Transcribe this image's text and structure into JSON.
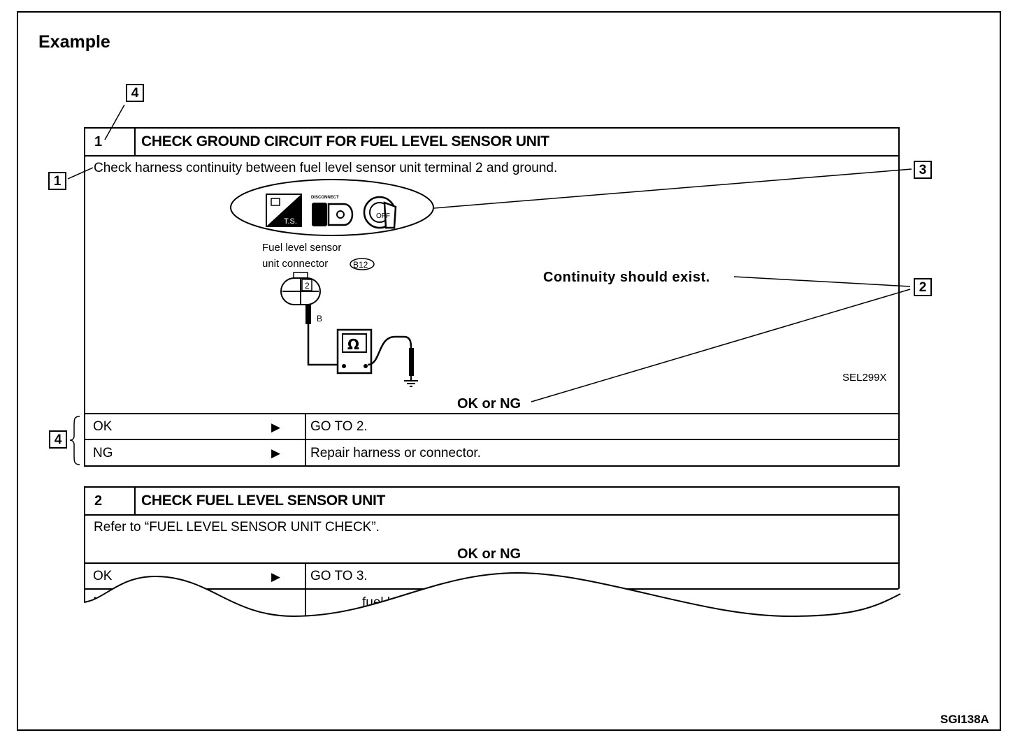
{
  "heading": "Example",
  "figure_code": "SGI138A",
  "step1": {
    "number": "1",
    "title": "CHECK GROUND CIRCUIT FOR FUEL LEVEL SENSOR UNIT",
    "instruction": "Check harness continuity between fuel level sensor unit terminal 2 and ground.",
    "icons": [
      "harness-icon",
      "disconnect-icon",
      "ignition-off-icon"
    ],
    "icon_labels": {
      "ts": "T.S.",
      "disconnect": "DISCONNECT",
      "off": "OFF"
    },
    "connector_label_line1": "Fuel level sensor",
    "connector_label_line2": "unit connector",
    "connector_code": "B12",
    "terminal_number": "2",
    "wire_color": "B",
    "meter_symbol": "Ω",
    "spec": "Continuity should exist.",
    "diagram_code": "SEL299X",
    "result_prompt": "OK or NG",
    "results": [
      {
        "label": "OK",
        "arrow": "▶",
        "action": "GO TO 2."
      },
      {
        "label": "NG",
        "arrow": "▶",
        "action": "Repair harness or connector."
      }
    ]
  },
  "step2": {
    "number": "2",
    "title": "CHECK FUEL LEVEL SENSOR UNIT",
    "instruction": "Refer to “FUEL LEVEL SENSOR UNIT CHECK”.",
    "result_prompt": "OK or NG",
    "results": [
      {
        "label": "OK",
        "arrow": "▶",
        "action": "GO TO 3."
      },
      {
        "label": "NG",
        "arrow": "",
        "action": "fuel level sensor u"
      }
    ]
  },
  "callouts": {
    "c1": "1",
    "c2": "2",
    "c3": "3",
    "c4": "4"
  }
}
